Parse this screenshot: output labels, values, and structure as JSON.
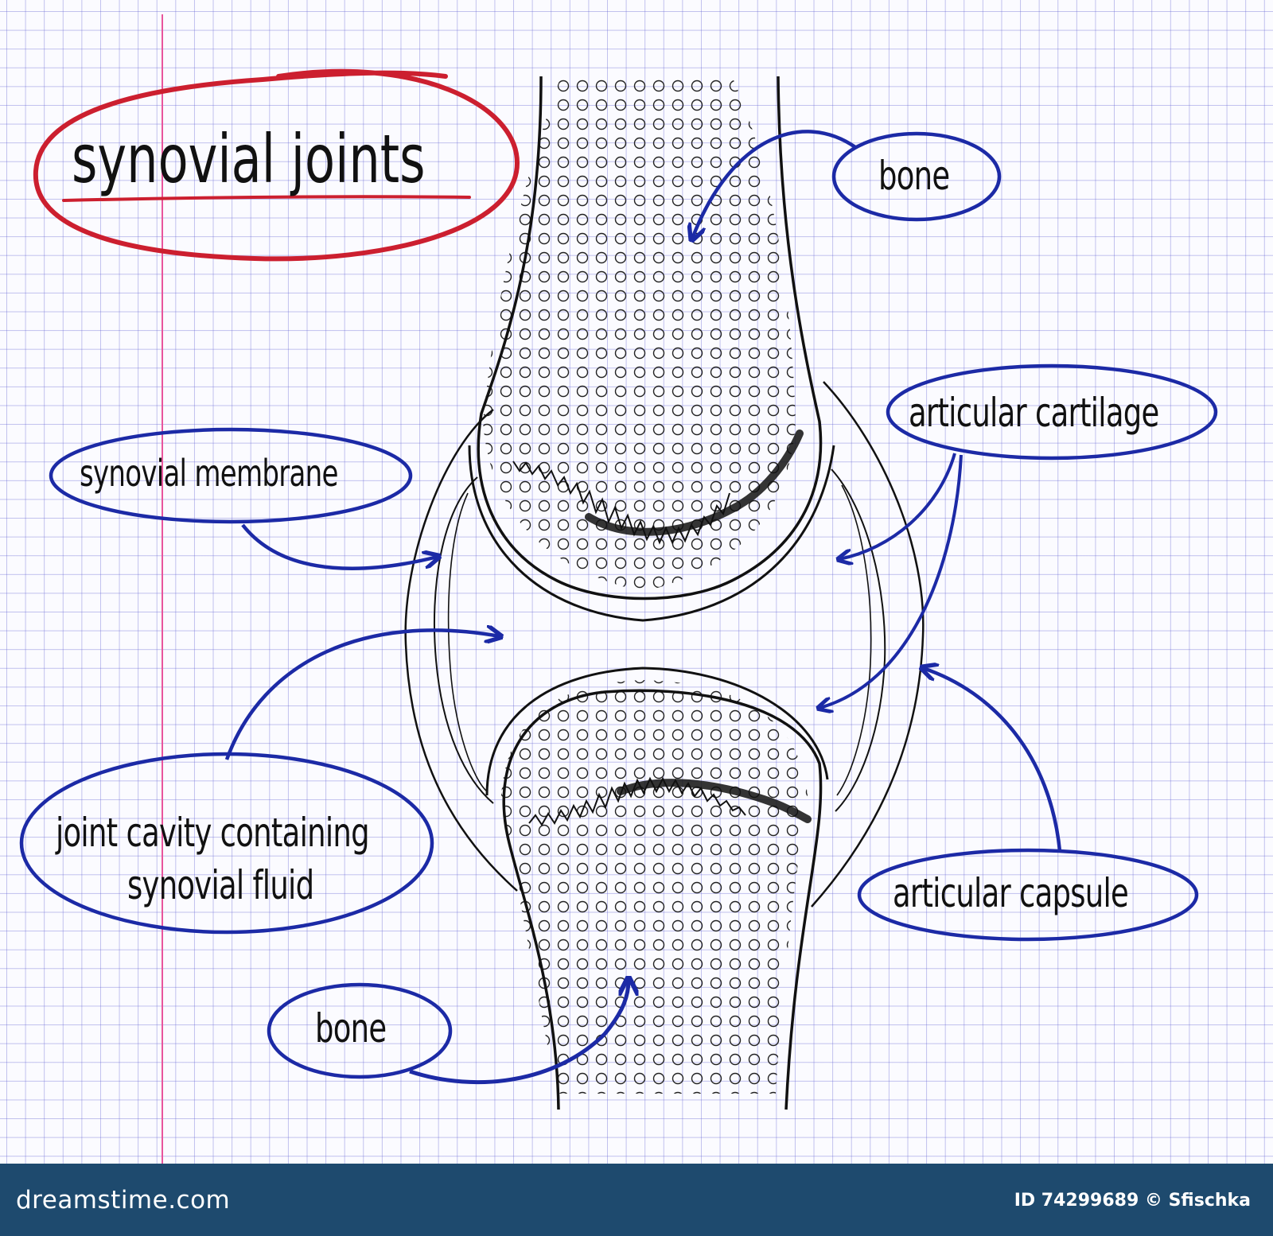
{
  "title": "synovial joints",
  "labels": {
    "bone_top": "bone",
    "synovial_membrane": "synovial membrane",
    "articular_cartilage": "articular cartilage",
    "joint_cavity_line1": "joint cavity containing",
    "joint_cavity_line2": "synovial fluid",
    "articular_capsule": "articular capsule",
    "bone_bottom": "bone"
  },
  "footer": {
    "site": "dreamstime.com",
    "id_text": "ID 74299689 © Sfischka"
  },
  "colors": {
    "title_ellipse": "#cc1f2f",
    "callouts": "#1c2aa6",
    "ink": "#111111",
    "grid": "#6060d2",
    "margin_line": "#e8559c",
    "footer_bg": "#1e4a6e"
  }
}
